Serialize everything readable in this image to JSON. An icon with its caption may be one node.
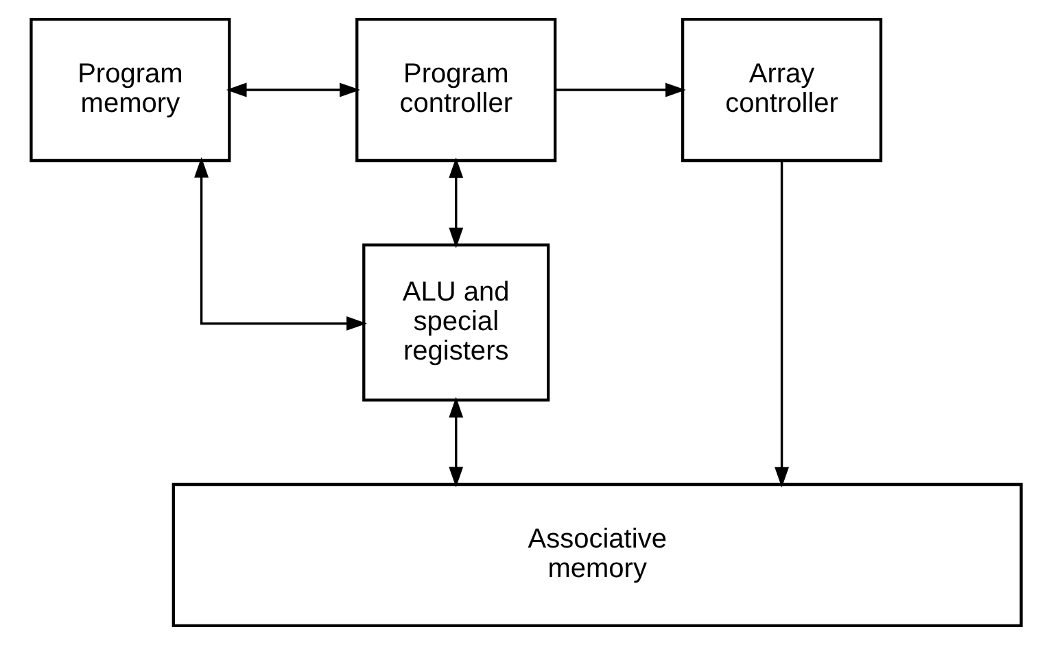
{
  "diagram": {
    "nodes": [
      {
        "text": [
          "Program memory"
        ]
      },
      {
        "text": [
          "Program controller"
        ]
      },
      {
        "text": [
          "Array controller"
        ]
      },
      {
        "text": [
          "ALU and special registers"
        ]
      },
      {
        "text": [
          "Associative memory"
        ]
      }
    ],
    "edges": [
      {
        "from": 0,
        "to": 1,
        "arrow": "both"
      },
      {
        "from": 1,
        "to": 2,
        "arrow": "to"
      },
      {
        "from": 0,
        "to": 3,
        "arrow": "both"
      },
      {
        "from": 1,
        "to": 3,
        "arrow": "both"
      },
      {
        "from": 3,
        "to": 4,
        "arrow": "both"
      },
      {
        "from": 2,
        "to": 4,
        "arrow": "to"
      }
    ]
  }
}
